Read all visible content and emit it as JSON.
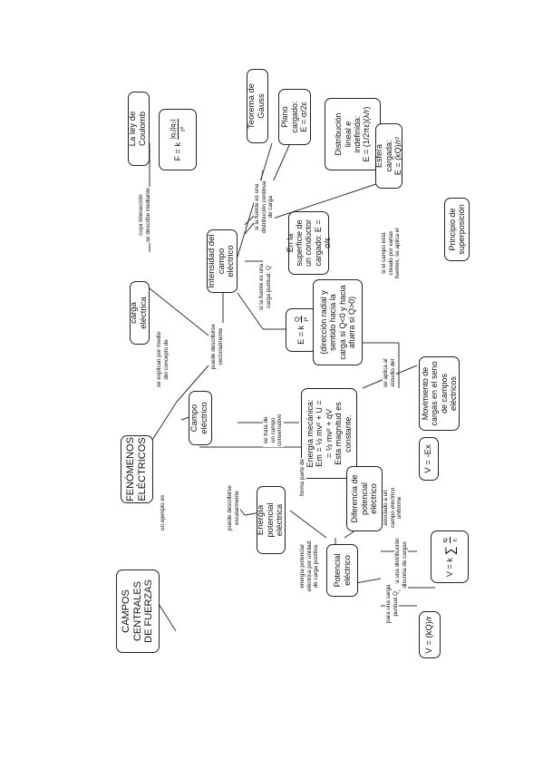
{
  "nodes": {
    "fenomenos": "FENÓMENOS ELÉCTRICOS",
    "campos_centrales": "CAMPOS CENTRALES DE FUERZAS",
    "carga_electrica": "carga eléctrica",
    "ley_coulomb": "La ley de Coulomb",
    "coulomb_formula": {
      "lhs": "F = k",
      "num": "|q₁||q₂|",
      "den": "r²"
    },
    "campo_electrico": "Campo eléctrico",
    "intensidad": "Intensidad del campo eléctrico",
    "teorema_gauss": "Teorema de Gauss",
    "plano_cargado": "Plano cargado:\nE = σ/2ε",
    "distribucion_lineal": "Distribución lineal e indefinida:\nE = (1/2πε)(λ/r)",
    "esfera_cargada": "Esfera cargada:\nE = (kQ)/r²",
    "superficie_conductor": "En la superficie de un conductor cargado: E = σ/ε",
    "campo_formula": {
      "lhs": "E = k",
      "num": "Q",
      "den": "r²"
    },
    "direccion_radial": "(dirección radial y sentido hacia la carga si Q<0 y hacia afuera si Q>0)",
    "principio_superposicion": "Principio de superposición",
    "energia_mecanica": "Energía mecánica:\nEm = ½ mv² + U =\n= ½ mv² + qV\nEsta magnitud es constante.",
    "movimiento_cargas": "Movimiento de cargas en el seno de campos eléctricos",
    "energia_potencial": "Energía potencial eléctrica",
    "diferencia_potencial": "Diferencia de potencial eléctrico",
    "potencial_electrico": "Potencial eléctrico",
    "v_ex": "V = -Ex",
    "v_sum": {
      "lhs": "V = k",
      "sigma": "∑",
      "num": "qᵢ",
      "den": "rᵢ"
    },
    "v_kq": "V = (kQ)/r"
  },
  "labels": {
    "un_ejemplo_es": "un ejemplo es",
    "se_explican": "se explican por medio\ndel concepto de",
    "cuya_interaccion": "cuya interacción\nse describe mediante",
    "puede_vectorialmente": "puede describirse\nvectorialmente",
    "puede_escalarmente": "puede describirse\nescalarmente",
    "se_trata_conservativo": "se trata de\nun campo\nconservativo",
    "si_distribucion_continua": "si la fuente es una\ndistribución continua\nde carga",
    "si_carga_puntual": "si la fuente es una\ncarga puntual: Q",
    "si_varias_fuentes": "si el campo está\ncreado por varias\nfuentes, se aplica el",
    "se_aplica_estudio": "se aplica al\nestudio del",
    "forma_parte_de": "forma parte de",
    "energia_por_unidad": "energía potencial\neléctrica por unidad\nde carga positiva",
    "asociado_uniforme": "asociado a un\ncampo eléctrico\nuniforme",
    "para_distribucion_discreta": "para una distribución\ndiscreta de cargas",
    "para_carga_puntual": "para una carga\npuntual Q"
  }
}
